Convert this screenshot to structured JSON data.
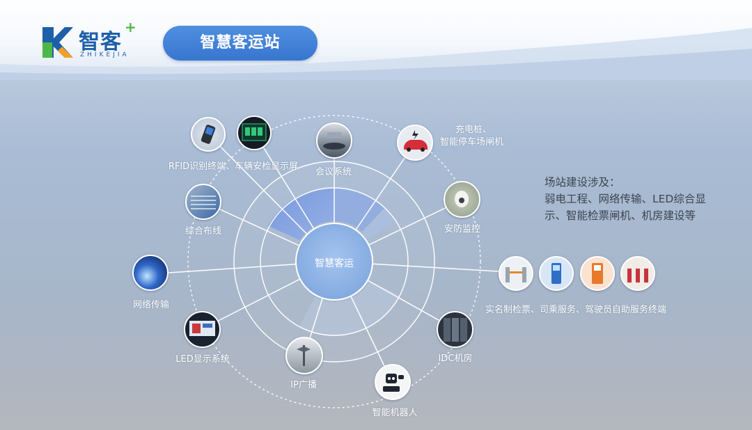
{
  "header": {
    "logo_text": "智客",
    "logo_plus": "+",
    "logo_subtext": "ZHIKEJIA",
    "page_title": "智慧客运站"
  },
  "hub": {
    "label": "智慧客运"
  },
  "nodes": [
    {
      "id": "rfid",
      "label": "RFID识别终端、车辆安检显示屏",
      "icon": "handheld-terminal-and-inspection-screen-icon"
    },
    {
      "id": "meeting",
      "label": "会议系统",
      "icon": "meeting-room-icon"
    },
    {
      "id": "charging",
      "label_line1": "充电桩、",
      "label_line2": "智能停车场闸机",
      "icon": "ev-charging-car-icon"
    },
    {
      "id": "security",
      "label": "安防监控",
      "icon": "security-camera-icon"
    },
    {
      "id": "ticketing",
      "label": "实名制检票、司乘服务、驾驶员自助服务终端",
      "icon": "ticket-gate-and-kiosk-icons"
    },
    {
      "id": "idc",
      "label": "IDC机房",
      "icon": "server-rack-icon"
    },
    {
      "id": "robot",
      "label": "智能机器人",
      "icon": "robot-icon"
    },
    {
      "id": "broadcast",
      "label": "IP广播",
      "icon": "broadcast-speaker-icon"
    },
    {
      "id": "led",
      "label": "LED显示系统",
      "icon": "led-screen-icon"
    },
    {
      "id": "network",
      "label": "网络传输",
      "icon": "fiber-optic-icon"
    },
    {
      "id": "cabling",
      "label": "综合布线",
      "icon": "cable-patch-panel-icon"
    }
  ],
  "scope": {
    "line1": "场站建设涉及：",
    "line2": "弱电工程、网络传输、LED综合显",
    "line3": "示、智能检票闸机、机房建设等"
  },
  "colors": {
    "title_pill": "#3f80d8",
    "logo_blue": "#1d5fa8",
    "logo_green": "#4cb848",
    "ring_line": "#ffffff",
    "hub_fill": "#8fb4e8"
  }
}
